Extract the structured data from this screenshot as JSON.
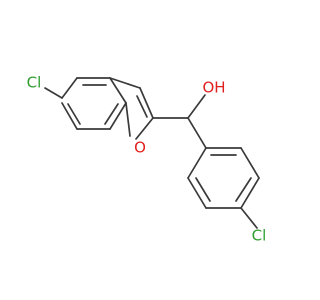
{
  "molecule": {
    "atoms": {
      "cl_left": {
        "label": "Cl",
        "color": "#2e9e2e"
      },
      "cl_right": {
        "label": "Cl",
        "color": "#2e9e2e"
      },
      "o_ring": {
        "label": "O",
        "color": "#e02020"
      },
      "oh": {
        "label": "OH",
        "color": "#e02020"
      }
    },
    "bond_color": "#3a3a3a"
  }
}
